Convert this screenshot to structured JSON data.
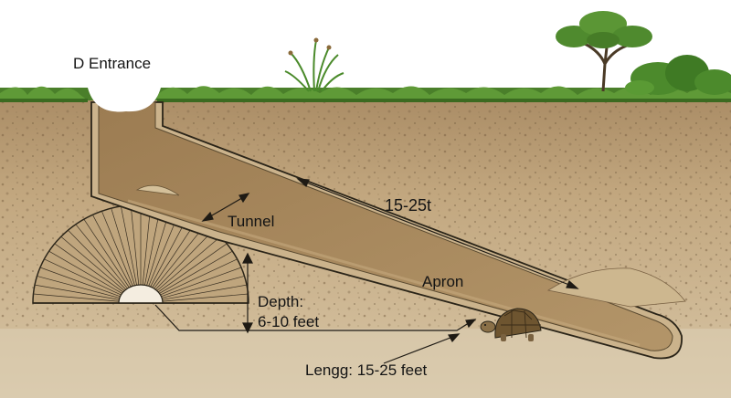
{
  "labels": {
    "entrance": "D Entrance",
    "tunnel": "Tunnel",
    "diagonal_length": "15-25t",
    "apron": "Apron",
    "depth_line1": "Depth:",
    "depth_line2": "6-10 feet",
    "length": "Lengg: 15-25 feet"
  },
  "colors": {
    "soil": "#c4a982",
    "soil_dark": "#a88c66",
    "tunnel_fill": "#a6885e",
    "tunnel_inner": "#bb9f74",
    "grass": "#4f8a2e",
    "sky": "#ffffff",
    "outline": "#2a2418"
  },
  "icons": {
    "tortoise": "tortoise-icon",
    "tree": "acacia-tree-icon",
    "grass_tuft": "grass-tuft-icon",
    "bushes": "bush-icon"
  }
}
